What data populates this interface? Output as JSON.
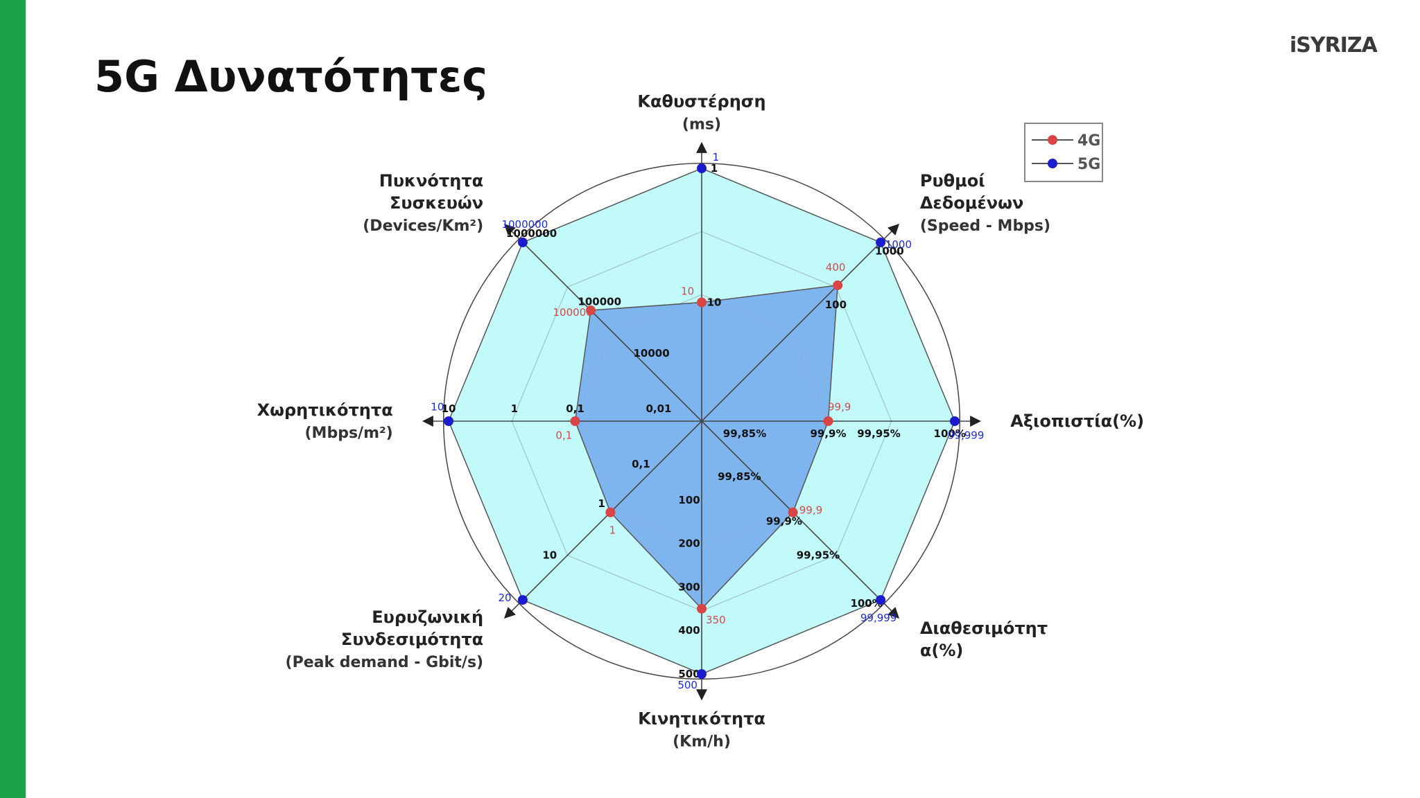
{
  "page": {
    "title": "5G Δυνατότητες",
    "logo": "iSYRIZA",
    "accent_color": "#1ba34a"
  },
  "chart_data": {
    "type": "radar",
    "colors": {
      "4G": "#d94545",
      "5G": "#1c1ccf",
      "fill_4g": "#7bb1ee",
      "fill_5g": "#c2fafa"
    },
    "legend": [
      "4G",
      "5G"
    ],
    "axes": [
      {
        "key": "latency",
        "title": [
          "Καθυστέρηση"
        ],
        "unit": "(ms)"
      },
      {
        "key": "speed",
        "title": [
          "Ρυθμοί",
          "Δεδομένων"
        ],
        "unit": "(Speed - Mbps)"
      },
      {
        "key": "reliability",
        "title": [
          "Αξιοπιστία(%)"
        ],
        "unit": ""
      },
      {
        "key": "availability",
        "title": [
          "Διαθεσιμότητ",
          "α(%)"
        ],
        "unit": ""
      },
      {
        "key": "mobility",
        "title": [
          "Κινητικότητα"
        ],
        "unit": "(Km/h)"
      },
      {
        "key": "broadband",
        "title": [
          "Ευρυζωνική",
          "Συνδεσιμότητα"
        ],
        "unit": "(Peak demand - Gbit/s)"
      },
      {
        "key": "capacity",
        "title": [
          "Χωρητικότητα"
        ],
        "unit": "(Mbps/m²)"
      },
      {
        "key": "density",
        "title": [
          "Πυκνότητα",
          "Συσκευών"
        ],
        "unit": "(Devices/Km²)"
      }
    ],
    "series": [
      {
        "name": "4G",
        "values": [
          "10",
          "400",
          "99,9",
          "99,9",
          "350",
          "1",
          "0,1",
          "100000"
        ]
      },
      {
        "name": "5G",
        "values": [
          "1",
          "1000",
          "99,999",
          "99,999",
          "500",
          "20",
          "10",
          "1000000"
        ]
      }
    ],
    "ticks": {
      "latency": [
        "10",
        "1"
      ],
      "speed": [
        "100",
        "1000"
      ],
      "reliability": [
        "99,85%",
        "99,9%",
        "99,95%",
        "100%"
      ],
      "availability": [
        "99,85%",
        "99,9%",
        "99,95%",
        "100%"
      ],
      "mobility": [
        "100",
        "200",
        "300",
        "400",
        "500"
      ],
      "broadband": [
        "0,1",
        "1",
        "10"
      ],
      "capacity": [
        "0,01",
        "0,1",
        "1",
        "10"
      ],
      "density": [
        "10000",
        "100000",
        "1000000"
      ]
    }
  }
}
